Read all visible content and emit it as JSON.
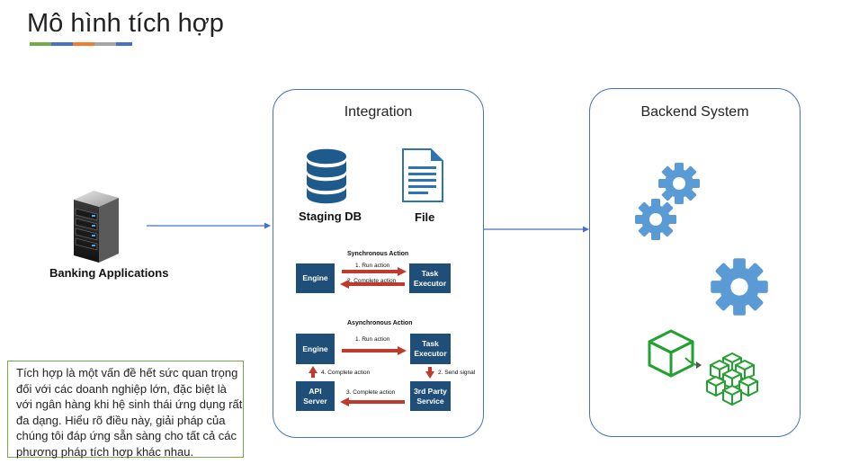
{
  "title": "Mô hình tích hợp",
  "colors": {
    "title_bar": [
      "#70ad47",
      "#4472c4",
      "#ed7d31",
      "#a5a5a5",
      "#4472c4"
    ],
    "panel_border": "#4472c4",
    "connector": "#4472c4",
    "action_box": "#1f4e79",
    "arrow": "#c0392b",
    "gear": "#5b9bd5",
    "cube": "#22a030",
    "note_border": "#70ad47"
  },
  "banking": {
    "label": "Banking Applications",
    "icon": "server-icon"
  },
  "integration": {
    "title": "Integration",
    "staging_db": {
      "label": "Staging DB",
      "icon": "database-icon"
    },
    "file": {
      "label": "File",
      "icon": "file-icon"
    },
    "sync": {
      "title": "Synchronous Action",
      "engine": "Engine",
      "task_executor": [
        "Task",
        "Executor"
      ],
      "run_action": "1. Run action",
      "complete_action": "2. Complete action"
    },
    "async": {
      "title": "Asynchronous Action",
      "engine": "Engine",
      "task_executor": [
        "Task",
        "Executor"
      ],
      "api_server": [
        "API",
        "Server"
      ],
      "third_party": [
        "3rd Party",
        "Service"
      ],
      "run_action": "1. Run action",
      "send_signal": "2. Send signal",
      "complete_action_3": "3. Complete action",
      "complete_action_4": "4. Complete action"
    }
  },
  "backend": {
    "title": "Backend System",
    "icons": [
      "gears-icon",
      "gear-icon",
      "cubes-icon"
    ]
  },
  "description": "Tích hợp là một vấn đề hết sức quan trọng đối với các doanh nghiệp lớn, đặc biệt là với ngân hàng khi hệ sinh thái ứng dụng rất đa dạng. Hiểu rõ điều này, giải pháp của chúng tôi đáp ứng sẵn sàng cho tất cả các phương pháp tích hợp khác nhau."
}
